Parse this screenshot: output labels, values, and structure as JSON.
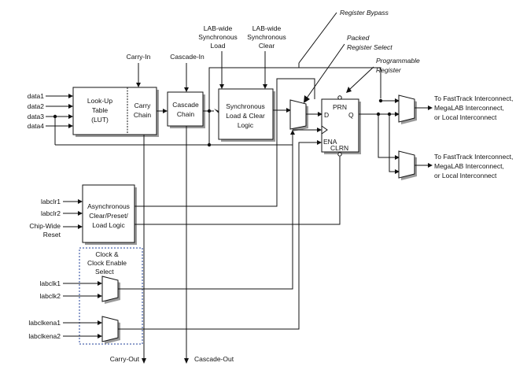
{
  "inputs": {
    "data1": "data1",
    "data2": "data2",
    "data3": "data3",
    "data4": "data4",
    "labclr1": "labclr1",
    "labclr2": "labclr2",
    "chip_reset_1": "Chip-Wide",
    "chip_reset_2": "Reset",
    "labclk1": "labclk1",
    "labclk2": "labclk2",
    "labclkena1": "labclkena1",
    "labclkena2": "labclkena2"
  },
  "top_labels": {
    "carry_in": "Carry-In",
    "cascade_in": "Cascade-In",
    "lab_sync_load_1": "LAB-wide",
    "lab_sync_load_2": "Synchronous",
    "lab_sync_load_3": "Load",
    "lab_sync_clear_1": "LAB-wide",
    "lab_sync_clear_2": "Synchronous",
    "lab_sync_clear_3": "Clear",
    "register_bypass": "Register Bypass",
    "packed_1": "Packed",
    "packed_2": "Register Select",
    "programmable_1": "Programmable",
    "programmable_2": "Register"
  },
  "blocks": {
    "lut_1": "Look-Up",
    "lut_2": "Table",
    "lut_3": "(LUT)",
    "carry_1": "Carry",
    "carry_2": "Chain",
    "cascade_1": "Cascade",
    "cascade_2": "Chain",
    "sync_1": "Synchronous",
    "sync_2": "Load & Clear",
    "sync_3": "Logic",
    "async_1": "Asynchronous",
    "async_2": "Clear/Preset/",
    "async_3": "Load Logic",
    "clock_1": "Clock &",
    "clock_2": "Clock Enable",
    "clock_3": "Select"
  },
  "register": {
    "prn": "PRN",
    "d": "D",
    "q": "Q",
    "ena": "ENA",
    "clrn": "CLRN"
  },
  "outputs": {
    "out1_1": "To FastTrack Interconnect,",
    "out1_2": "MegaLAB Interconnect,",
    "out1_3": "or Local Interconnect",
    "out2_1": "To FastTrack Interconnect,",
    "out2_2": "MegaLAB Interconnect,",
    "out2_3": "or Local Interconnect",
    "carry_out": "Carry-Out",
    "cascade_out": "Cascade-Out"
  }
}
